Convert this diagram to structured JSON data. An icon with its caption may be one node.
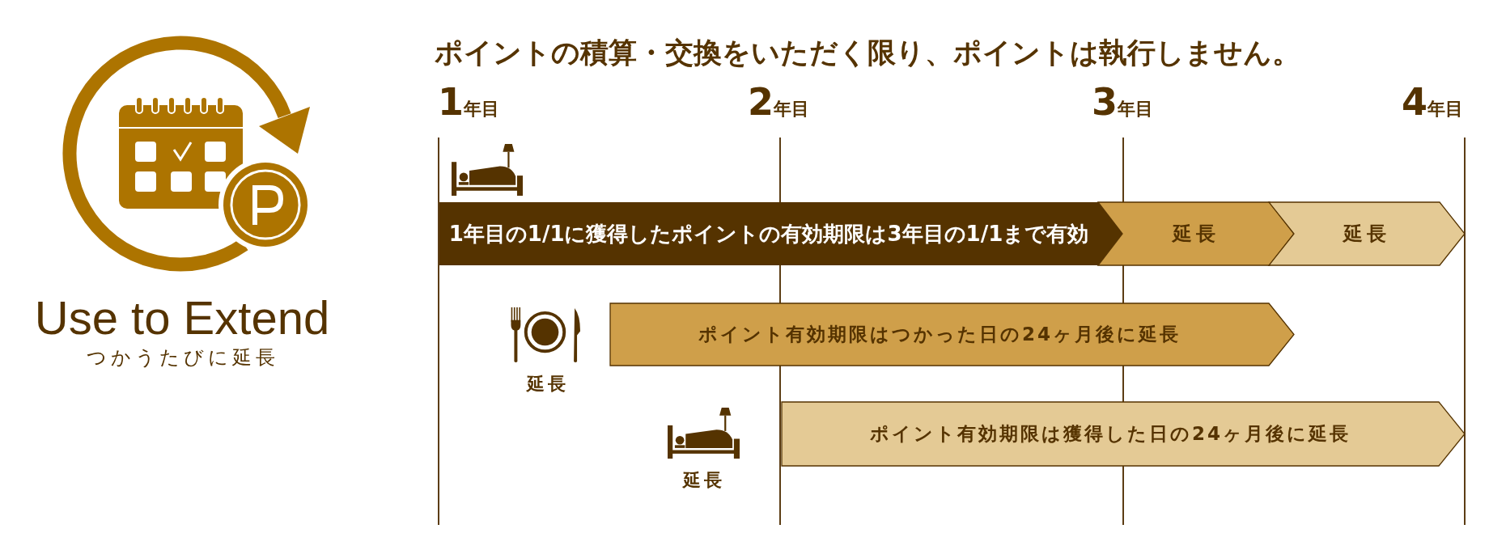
{
  "diagram": {
    "title": "ポイントの積算・交換をいただく限り、ポイントは執行しません。",
    "nodes": [
      {
        "text": [
          "1年目の1/1に獲得したポイントの有効期限は3年目の1/1まで有効"
        ]
      },
      {
        "text": [
          "延長"
        ]
      },
      {
        "text": [
          "延長"
        ]
      },
      {
        "text": [
          "ポイント有効期限はつかった日の24ヶ月後に延長"
        ]
      },
      {
        "text": [
          "ポイント有効期限は獲得した日の24ヶ月後に延長"
        ]
      }
    ],
    "labels": [
      "1年目",
      "2年目",
      "3年目",
      "4年目",
      "Use to Extend",
      "つかうたびに延長",
      "延長",
      "延長"
    ]
  }
}
